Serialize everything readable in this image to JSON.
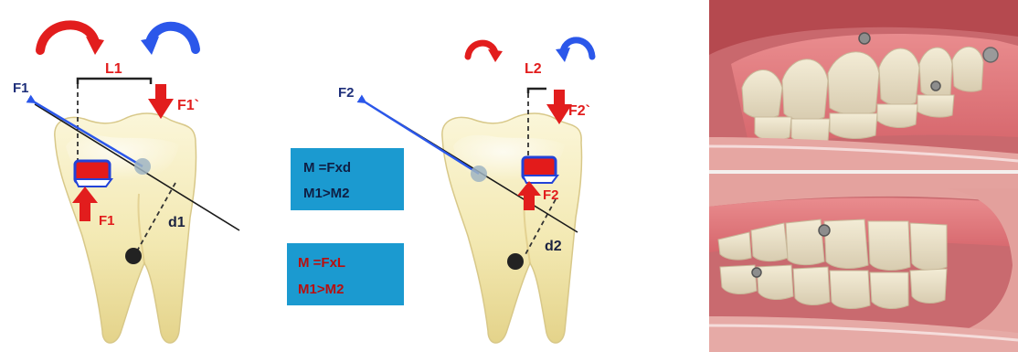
{
  "colors": {
    "red": "#e21d1d",
    "blue": "#2b57ea",
    "navy": "#1e2f7a",
    "box": "#1b9ad0",
    "tooth": "#f3eab4",
    "bracket_red": "#e31b1b",
    "bracket_blue": "#2243d8"
  },
  "icons": {
    "left_tooth": "molar-tooth-icon",
    "right_tooth": "molar-tooth-icon",
    "rotation_cw": "curved-arrow-clockwise-icon",
    "rotation_ccw": "curved-arrow-counterclockwise-icon",
    "photo_upper": "intraoral-photo-right-side-icon",
    "photo_lower": "intraoral-photo-left-side-icon"
  },
  "left_diagram": {
    "force_label": "F1",
    "counter_force_label": "F1`",
    "lever_label": "L1",
    "bracket_force_label": "F1",
    "distance_label": "d1"
  },
  "right_diagram": {
    "force_label": "F2",
    "counter_force_label": "F2`",
    "lever_label": "L2",
    "bracket_force_label": "F2",
    "distance_label": "d2"
  },
  "formula_top": {
    "line1": "M =Fxd",
    "line2": "M1>M2"
  },
  "formula_bottom": {
    "line1": "M =FxL",
    "line2": "M1>M2"
  }
}
